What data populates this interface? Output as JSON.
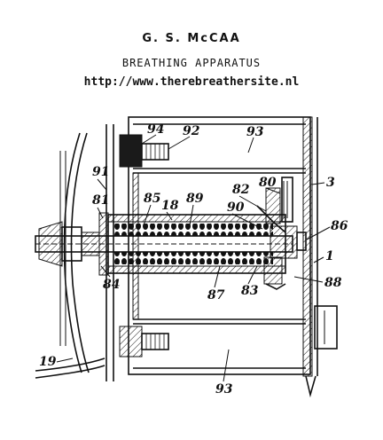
{
  "header": {
    "inventor": "G. S. McCAA",
    "title": "BREATHING APPARATUS",
    "url": "http://www.therebreathersite.nl"
  },
  "reference_numerals": [
    "94",
    "92",
    "93",
    "91",
    "81",
    "85",
    "89",
    "18",
    "82",
    "80",
    "3",
    "90",
    "86",
    "1",
    "84",
    "87",
    "83",
    "88",
    "19",
    "93"
  ]
}
